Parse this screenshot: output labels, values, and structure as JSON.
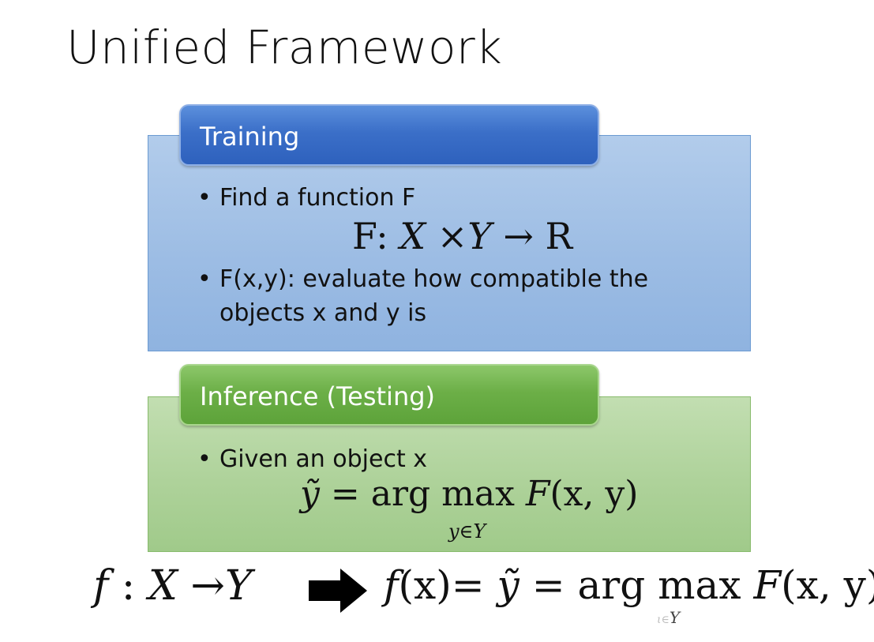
{
  "title": "Unified Framework",
  "training": {
    "header": "Training",
    "bullet1": "Find a function F",
    "formula": {
      "F": "F",
      "colon": ":",
      "X": "X",
      "times": "×",
      "Y": "Y",
      "arrow": "→",
      "R": "R"
    },
    "bullet2_line1": "F(x,y): evaluate how compatible the",
    "bullet2_line2": "objects x and y is"
  },
  "inference": {
    "header": "Inference (Testing)",
    "bullet1": "Given an object x",
    "formula": {
      "y_tilde": "ỹ",
      "equals": "=",
      "argmax": "arg max",
      "F": "F",
      "args": "(x, y)",
      "subscript": "y∈Y"
    }
  },
  "bottom": {
    "mapping": {
      "f": "f",
      "colon": ":",
      "X": "X",
      "arrow": "→",
      "Y": "Y"
    },
    "result": {
      "f": "f",
      "x": "(x)",
      "equals": "=",
      "y_tilde": "ỹ",
      "argmax": "arg max",
      "F": "F",
      "args": "(x, y)",
      "subscript": "Y"
    }
  },
  "colors": {
    "training_tab": "#3b6fc8",
    "training_panel": "#9dbde4",
    "inference_tab": "#6caf47",
    "inference_panel": "#aed29a"
  },
  "icons": {
    "implies_arrow": "right-block-arrow-icon",
    "bullet": "bullet-dot-icon"
  }
}
